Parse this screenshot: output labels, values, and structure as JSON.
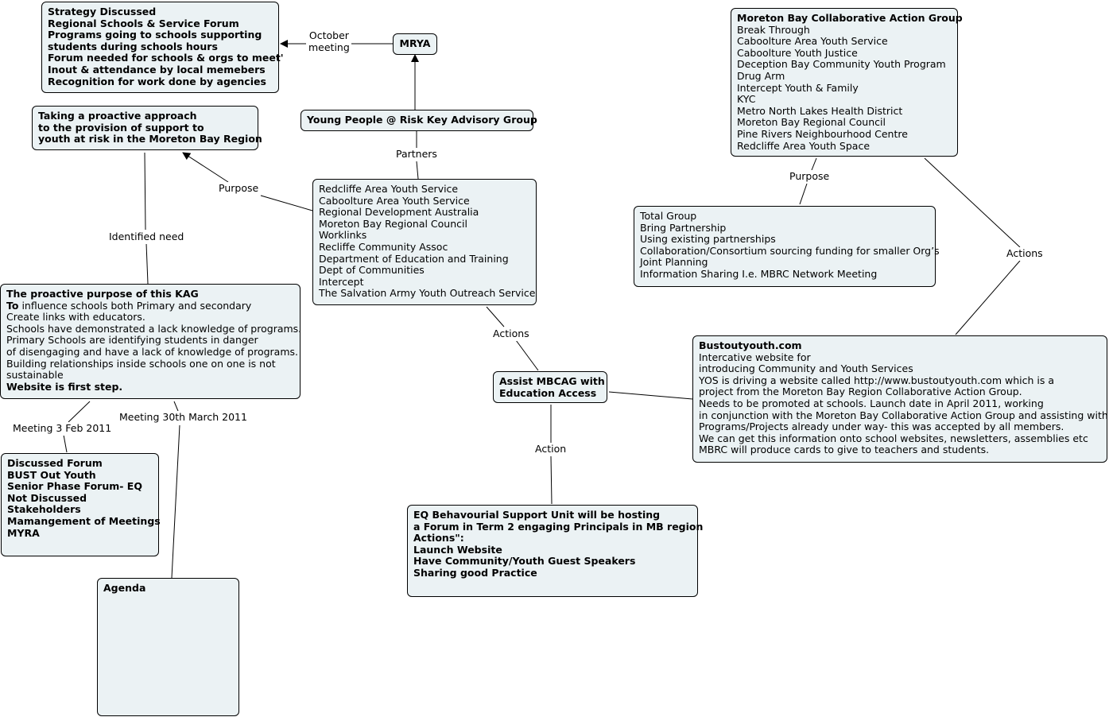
{
  "nodes": {
    "strategy": [
      {
        "text": "Strategy Discussed",
        "bold": true
      },
      {
        "text": "Regional Schools & Service Forum",
        "bold": true
      },
      {
        "text": "Programs going to schools supporting",
        "bold": true
      },
      {
        "text": "students during schools hours",
        "bold": true
      },
      {
        "text": "Forum needed for schools & orgs to meet'",
        "bold": true
      },
      {
        "text": "Inout & attendance by local memebers",
        "bold": true
      },
      {
        "text": "Recognition for work done by agencies",
        "bold": true
      }
    ],
    "mrya": [
      {
        "text": "MRYA",
        "bold": true
      }
    ],
    "kag": [
      {
        "text": "Young People @ Risk Key Advisory Group",
        "bold": true
      }
    ],
    "proactive": [
      {
        "text": "Taking a proactive approach",
        "bold": true
      },
      {
        "text": "to the provision of support to",
        "bold": true
      },
      {
        "text": "youth at risk in the Moreton Bay Region",
        "bold": true
      }
    ],
    "partners": [
      {
        "text": "Redcliffe Area Youth Service",
        "bold": false
      },
      {
        "text": "Caboolture Area Youth Service",
        "bold": false
      },
      {
        "text": "Regional Development Australia",
        "bold": false
      },
      {
        "text": "Moreton Bay Regional Council",
        "bold": false
      },
      {
        "text": "Worklinks",
        "bold": false
      },
      {
        "text": "Recliffe Community Assoc",
        "bold": false
      },
      {
        "text": "Department of Education and Training",
        "bold": false
      },
      {
        "text": "Dept of Communities",
        "bold": false
      },
      {
        "text": "Intercept",
        "bold": false
      },
      {
        "text": "The Salvation Army Youth Outreach Service",
        "bold": false
      }
    ],
    "mbcag": [
      {
        "text": "Moreton Bay Collaborative Action Group",
        "bold": true
      },
      {
        "text": "Break Through",
        "bold": false
      },
      {
        "text": "Caboolture Area Youth Service",
        "bold": false
      },
      {
        "text": "Caboolture Youth Justice",
        "bold": false
      },
      {
        "text": "Deception Bay Community Youth Program",
        "bold": false
      },
      {
        "text": "Drug Arm",
        "bold": false
      },
      {
        "text": "Intercept Youth & Family",
        "bold": false
      },
      {
        "text": "KYC",
        "bold": false
      },
      {
        "text": "Metro North Lakes Health District",
        "bold": false
      },
      {
        "text": "Moreton Bay Regional Council",
        "bold": false
      },
      {
        "text": "Pine Rivers Neighbourhood Centre",
        "bold": false
      },
      {
        "text": "Redcliffe Area Youth Space",
        "bold": false
      }
    ],
    "total_group": [
      {
        "text": "Total Group",
        "bold": false
      },
      {
        "text": "Bring Partnership",
        "bold": false
      },
      {
        "text": "Using existing partnerships",
        "bold": false
      },
      {
        "text": "Collaboration/Consortium sourcing funding for smaller Org’s",
        "bold": false
      },
      {
        "text": "Joint Planning",
        "bold": false
      },
      {
        "text": "Information Sharing I.e. MBRC Network Meeting",
        "bold": false
      }
    ],
    "purpose_kag": [
      {
        "text": "The proactive purpose of this KAG",
        "bold": true
      },
      {
        "text": "To influence schools both Primary and secondary",
        "bold": false,
        "bold_prefix": "To"
      },
      {
        "text": "Create links with educators.",
        "bold": false
      },
      {
        "text": "Schools have demonstrated a lack knowledge of programs.",
        "bold": false
      },
      {
        "text": "Primary Schools are identifying students in danger",
        "bold": false
      },
      {
        "text": "of disengaging and have a lack of knowledge of programs.",
        "bold": false
      },
      {
        "text": "Building relationships inside schools one on one is not",
        "bold": false
      },
      {
        "text": "sustainable",
        "bold": false
      },
      {
        "text": "Website is first step.",
        "bold": true
      }
    ],
    "assist": [
      {
        "text": "Assist MBCAG with",
        "bold": true
      },
      {
        "text": "Education Access",
        "bold": true
      }
    ],
    "bustout": [
      {
        "text": "Bustoutyouth.com",
        "bold": true
      },
      {
        "text": "Intercative website for",
        "bold": false
      },
      {
        "text": "introducing Community and Youth Services",
        "bold": false
      },
      {
        "text": "YOS is driving a website called http://www.bustoutyouth.com which is a",
        "bold": false
      },
      {
        "text": "project from the Moreton Bay Region Collaborative Action Group.",
        "bold": false
      },
      {
        "text": "Needs to be promoted at schools. Launch date in April 2011, working",
        "bold": false
      },
      {
        "text": " in conjunction with the Moreton Bay Collaborative Action Group and assisting with",
        "bold": false
      },
      {
        "text": "Programs/Projects already under way- this was accepted by all members.",
        "bold": false
      },
      {
        "text": "We can get this information onto school websites, newsletters, assemblies etc",
        "bold": false
      },
      {
        "text": "MBRC will produce cards to give to teachers and students.",
        "bold": false
      }
    ],
    "discussed": [
      {
        "text": "Discussed Forum",
        "bold": true
      },
      {
        "text": "BUST Out Youth",
        "bold": true
      },
      {
        "text": "Senior Phase Forum- EQ",
        "bold": true
      },
      {
        "text": "Not Discussed",
        "bold": true
      },
      {
        "text": "Stakeholders",
        "bold": true
      },
      {
        "text": "Mamangement of Meetings",
        "bold": true
      },
      {
        "text": "MYRA",
        "bold": true
      }
    ],
    "eq": [
      {
        "text": "EQ Behavourial Support Unit will be hosting",
        "bold": true
      },
      {
        "text": "a Forum in Term 2 engaging Principals in MB region",
        "bold": true
      },
      {
        "text": "Actions\":",
        "bold": true
      },
      {
        "text": "Launch Website",
        "bold": true
      },
      {
        "text": "Have Community/Youth Guest Speakers",
        "bold": true
      },
      {
        "text": "Sharing good Practice",
        "bold": true
      }
    ],
    "agenda": [
      {
        "text": "Agenda",
        "bold": true
      }
    ]
  },
  "links": {
    "october_meeting": "October\nmeeting",
    "partners": "Partners",
    "purpose_left": "Purpose",
    "identified_need": "Identified need",
    "purpose_right": "Purpose",
    "actions_right": "Actions",
    "actions_center": "Actions",
    "action_down": "Action",
    "meeting_feb": "Meeting 3 Feb 2011",
    "meeting_march": "Meeting 30th March 2011"
  }
}
